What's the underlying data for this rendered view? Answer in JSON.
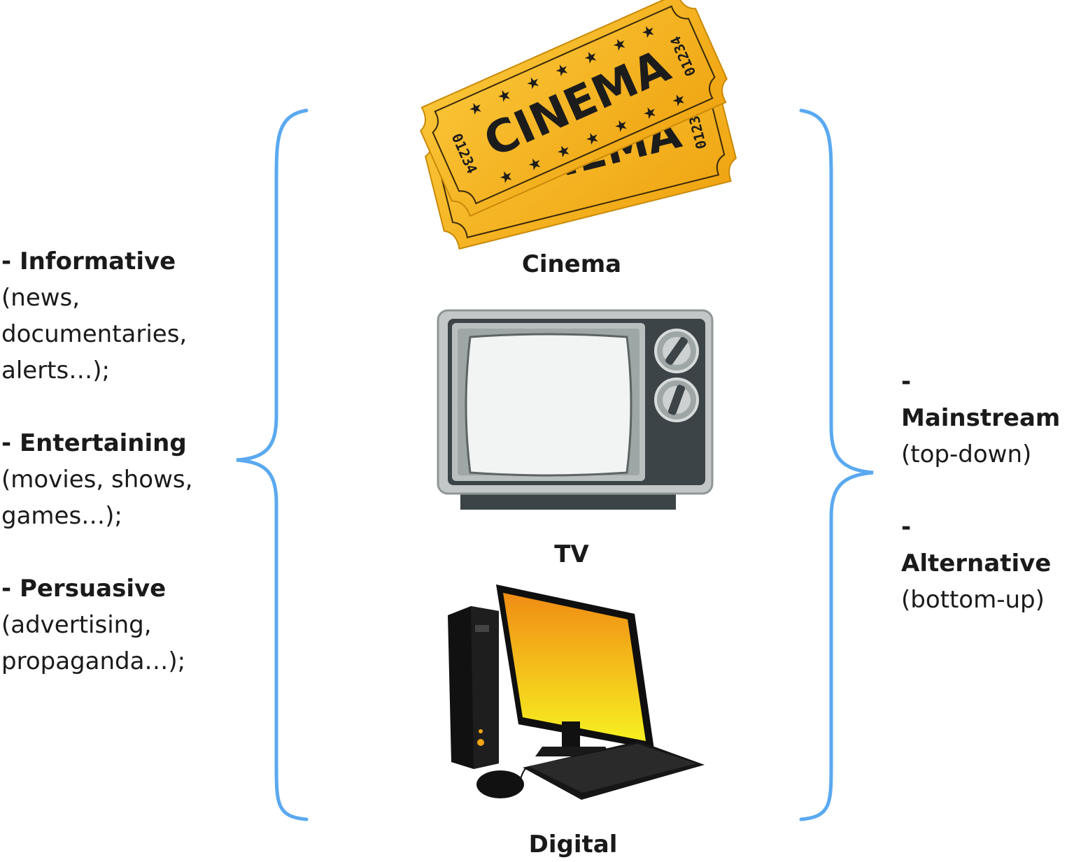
{
  "colors": {
    "brace": "#5aa9f0",
    "ticket": "#f6b41f",
    "ticket_dark": "#e39a12",
    "tv_case": "#c0c4c4",
    "tv_panel": "#3c4447",
    "screen_orange": "#f08c14",
    "screen_yellow": "#f7f021"
  },
  "left_list": [
    {
      "title": "- Informative",
      "lines": [
        "(news,",
        "documentaries,",
        "alerts…);"
      ]
    },
    {
      "title": "- Entertaining",
      "lines": [
        "(movies, shows,",
        "games…);"
      ]
    },
    {
      "title": "- Persuasive",
      "lines": [
        "(advertising,",
        "propaganda…);"
      ]
    }
  ],
  "right_list": [
    {
      "title": "- Mainstream",
      "lines": [
        "(top-down)"
      ]
    },
    {
      "title": "- Alternative",
      "lines": [
        "(bottom-up)"
      ]
    }
  ],
  "media": [
    {
      "label": "Cinema",
      "icon": "cinema-tickets-icon"
    },
    {
      "label": "TV",
      "icon": "television-icon"
    },
    {
      "label": "Digital",
      "icon": "desktop-computer-icon"
    }
  ],
  "ticket": {
    "word": "CINEMA",
    "number": "01234"
  }
}
